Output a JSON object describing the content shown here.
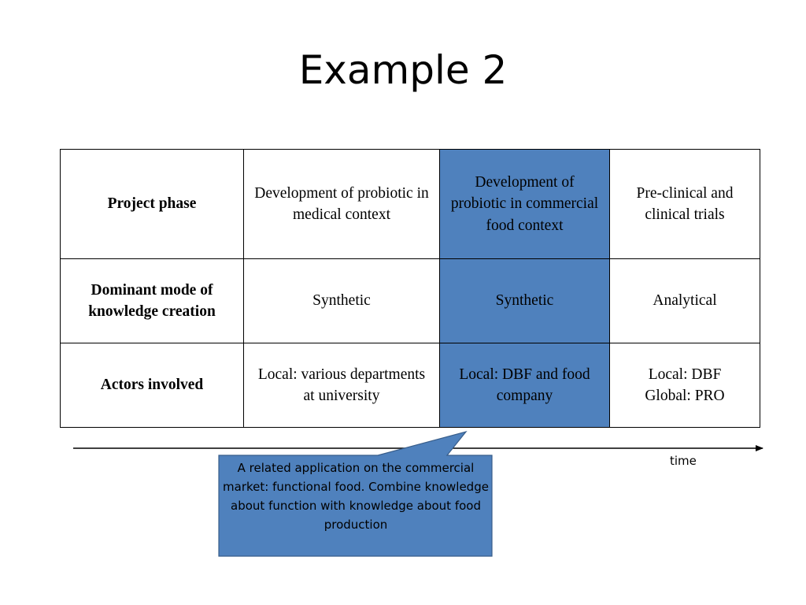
{
  "slide": {
    "title": "Example 2"
  },
  "table": {
    "rows": [
      {
        "header": "Project phase",
        "cells": [
          "Development of probiotic in medical context",
          "Development of probiotic in commercial food context",
          "Pre-clinical and clinical trials"
        ]
      },
      {
        "header": "Dominant mode of knowledge creation",
        "cells": [
          "Synthetic",
          "Synthetic",
          "Analytical"
        ]
      },
      {
        "header": "Actors involved",
        "cells": [
          "Local: various departments at university",
          "Local: DBF and food company",
          "Local: DBF\nGlobal: PRO"
        ]
      }
    ],
    "highlight_color": "#4f81bd"
  },
  "timeline": {
    "label": "time"
  },
  "callout": {
    "text": "A related application on the commercial market: functional food. Combine knowledge about function with knowledge about food production",
    "fill_color": "#4f81bd"
  }
}
